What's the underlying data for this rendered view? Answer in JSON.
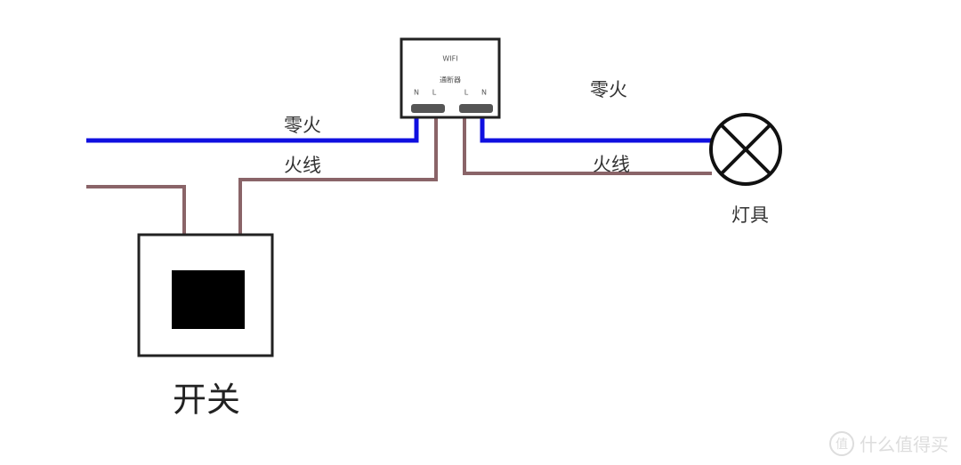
{
  "device": {
    "line1": "WIFI",
    "line2": "通断器",
    "terminals_left": [
      "N",
      "L"
    ],
    "terminals_right": [
      "L",
      "N"
    ]
  },
  "labels": {
    "left_neutral": "零火",
    "left_live": "火线",
    "right_neutral": "零火",
    "right_live": "火线",
    "lamp": "灯具",
    "switch": "开关"
  },
  "colors": {
    "neutral": "#1010e0",
    "live": "#8a6468"
  },
  "watermark": {
    "icon": "值",
    "text": "什么值得买"
  }
}
